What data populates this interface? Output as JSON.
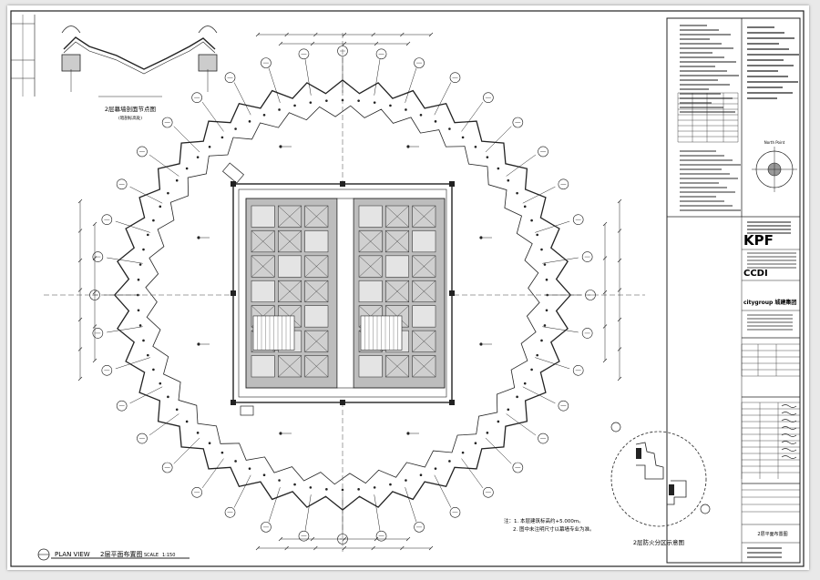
{
  "drawing": {
    "detail_title": "2层幕墙剖面节点图",
    "detail_subtitle": "(暗剖标高处)",
    "plan_view_label": "PLAN VIEW",
    "plan_title_cn": "2层平面布置图",
    "scale_label": "SCALE",
    "scale_value": "1:150",
    "fire_zone_title": "2层防火分区示意图",
    "notes": [
      "注：1. 本层建筑标高约+5.000m。",
      "2. 图中未注明尺寸以幕墙专业为准。"
    ]
  },
  "title_block": {
    "firm_logo": "KPF",
    "firm2_logo": "CCDI",
    "firm3_logo": "citygroup 城建集团",
    "drawing_title": "2层平面布置图",
    "north_label": "North Point"
  },
  "colors": {
    "line": "#222222",
    "core_fill": "#b9b9b9",
    "light_fill": "#d6d6d6",
    "dark_fill": "#555555"
  }
}
